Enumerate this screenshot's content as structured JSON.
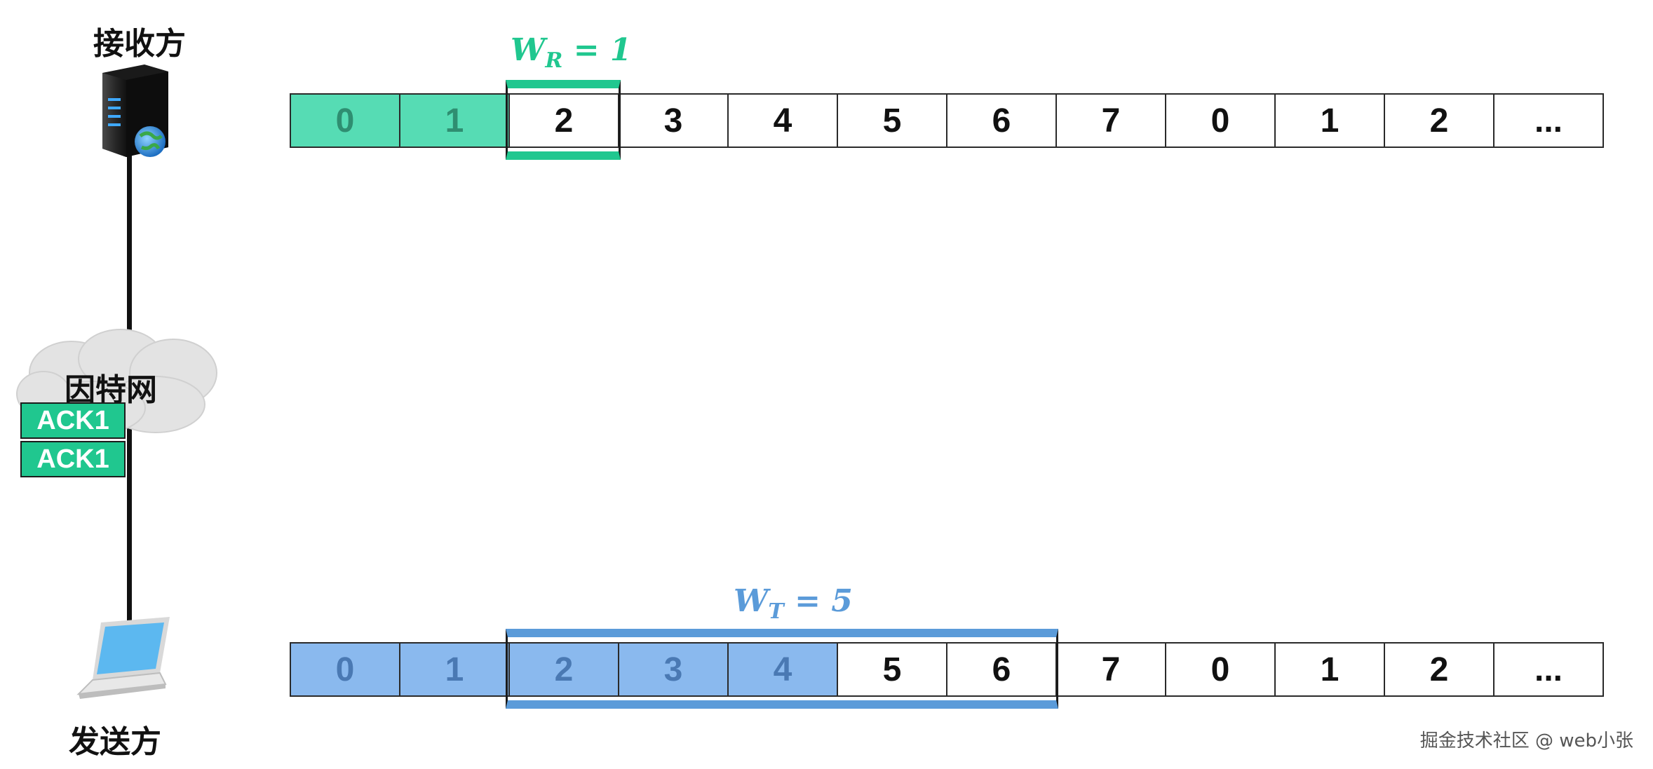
{
  "receiver": {
    "label": "接收方",
    "icon": "server-icon"
  },
  "internet": {
    "label": "因特网",
    "icon": "cloud-icon"
  },
  "sender": {
    "label": "发送方",
    "icon": "laptop-icon"
  },
  "acks": [
    "ACK1",
    "ACK1"
  ],
  "receiver_window": {
    "symbol": "W",
    "sub": "R",
    "eq": "= 1",
    "color": "#20c78f"
  },
  "sender_window": {
    "symbol": "W",
    "sub": "T",
    "eq": "= 5",
    "color": "#5b9bd9"
  },
  "receiver_row": {
    "cells": [
      "0",
      "1",
      "2",
      "3",
      "4",
      "5",
      "6",
      "7",
      "0",
      "1",
      "2",
      "..."
    ],
    "received_count": 2,
    "window_start": 2,
    "window_size": 1
  },
  "sender_row": {
    "cells": [
      "0",
      "1",
      "2",
      "3",
      "4",
      "5",
      "6",
      "7",
      "0",
      "1",
      "2",
      "..."
    ],
    "acked_count": 2,
    "window_start": 2,
    "window_size": 5,
    "sent_in_window": 3
  },
  "watermark": "掘金技术社区 @ web小张"
}
